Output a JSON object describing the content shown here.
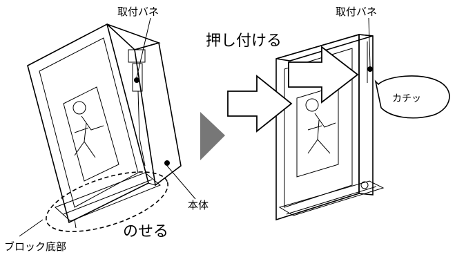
{
  "labels": {
    "spring_left": "取付バネ",
    "spring_right": "取付バネ",
    "push": "押し付ける",
    "click": "カチッ",
    "body": "本体",
    "place": "のせる",
    "block_bottom": "ブロック底部"
  }
}
